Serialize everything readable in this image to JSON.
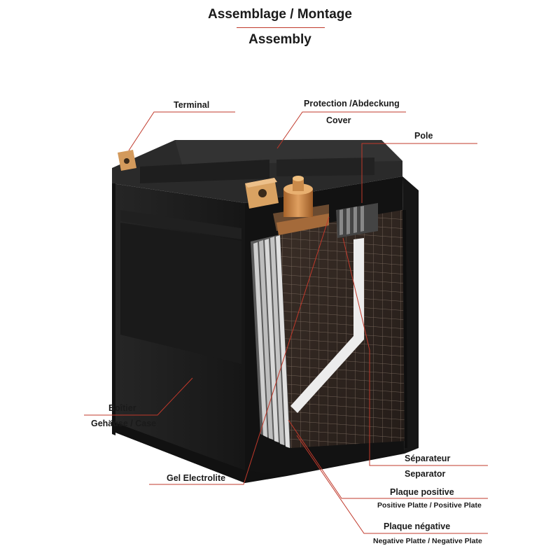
{
  "title": {
    "line1": "Assemblage / Montage",
    "line2": "Assembly"
  },
  "labels": {
    "terminal": "Terminal",
    "protection": "Protection /Abdeckung",
    "cover": "Cover",
    "pole": "Pole",
    "boitier": "Boîtier",
    "case": "Gehäuse / Case",
    "gel": "Gel Electrolite",
    "separateur": "Séparateur",
    "separator": "Separator",
    "plaque_pos": "Plaque positive",
    "plaque_pos_sub": "Positive Platte / Positive Plate",
    "plaque_neg": "Plaque négative",
    "plaque_neg_sub": "Negative Platte / Negative Plate"
  },
  "colors": {
    "leader": "#c0392b",
    "case": "#1b1b1b",
    "terminal": "#c98a4a",
    "plate_grid": "#6b5a4e"
  }
}
